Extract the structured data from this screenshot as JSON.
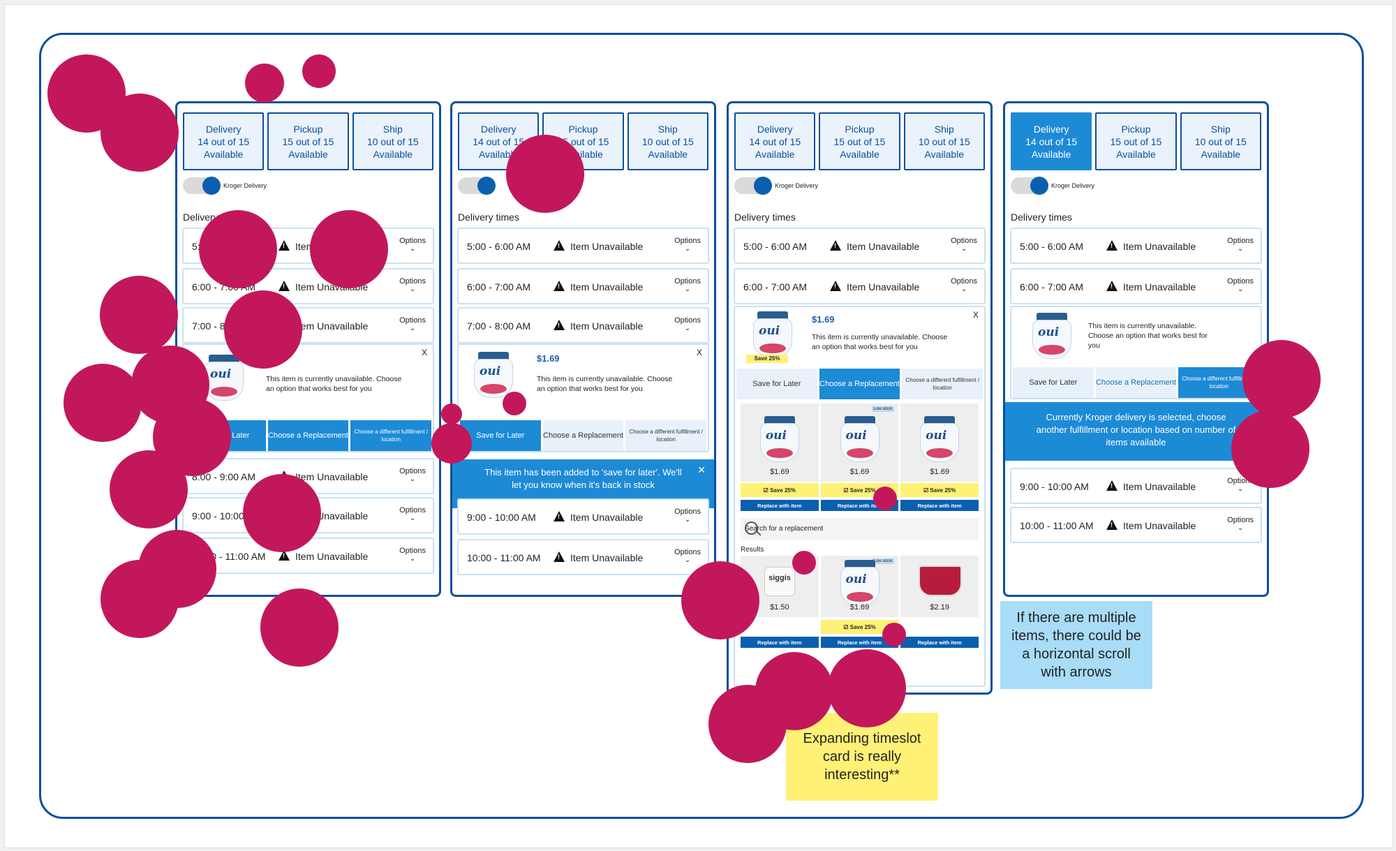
{
  "tabs": [
    {
      "mode": "Delivery",
      "count": "14 out of 15",
      "avail": "Available"
    },
    {
      "mode": "Pickup",
      "count": "15 out of 15",
      "avail": "Available"
    },
    {
      "mode": "Ship",
      "count": "10 out of 15",
      "avail": "Available"
    }
  ],
  "toggle_label": "Kroger Delivery",
  "section_title": "Delivery times",
  "slots": {
    "s1": "5:00 - 6:00 AM",
    "s2": "6:00 - 7:00 AM",
    "s3": "7:00 - 8:00 AM",
    "s4": "8:00 - 9:00 AM",
    "s5": "9:00 - 10:00 AM",
    "s6": "10:00 - 11:00 AM"
  },
  "status": "Item Unavailable",
  "options_label": "Options",
  "close_label": "X",
  "product": {
    "brand": "oui",
    "price": "$1.69",
    "message": "This item is currently unavailable. Choose an option that works best for you",
    "save_tag": "Save 25%"
  },
  "actions": {
    "save_later": "Save for Later",
    "choose_replacement": "Choose a Replacement",
    "different_fulfillment": "Choose a different fulfillment / location"
  },
  "toast_saved": "This item has been added to 'save for later'. We'll let you know when it's back in stock",
  "toast_kroger": "Currently Kroger delivery is selected, choose another fulfillment or location based on number of items available",
  "replacements": {
    "suggested": [
      {
        "price": "$1.69",
        "low": "",
        "save": "Save 25%"
      },
      {
        "price": "$1.69",
        "low": "Low stock",
        "save": "Save 25%"
      },
      {
        "price": "$1.69",
        "low": "",
        "save": "Save 25%"
      }
    ],
    "replace_label": "Replace with item",
    "search_placeholder": "Search for a replacement",
    "results_label": "Results",
    "results": [
      {
        "brand": "siggis",
        "price": "$1.50",
        "low": "",
        "save": ""
      },
      {
        "brand": "oui",
        "price": "$1.69",
        "low": "Low stock",
        "save": "Save 25%"
      },
      {
        "brand": "",
        "price": "$2.19",
        "low": "",
        "save": ""
      }
    ]
  },
  "notes": {
    "expanding": "Expanding timeslot card is really interesting**",
    "scroll": "If there are multiple items, there could be a horizontal scroll with arrows"
  },
  "colors": {
    "frame": "#0a4f9e",
    "accent": "#1d8ad6",
    "dot": "#c2185b",
    "note_yellow": "#fff176",
    "note_blue": "#a8dcf7"
  }
}
